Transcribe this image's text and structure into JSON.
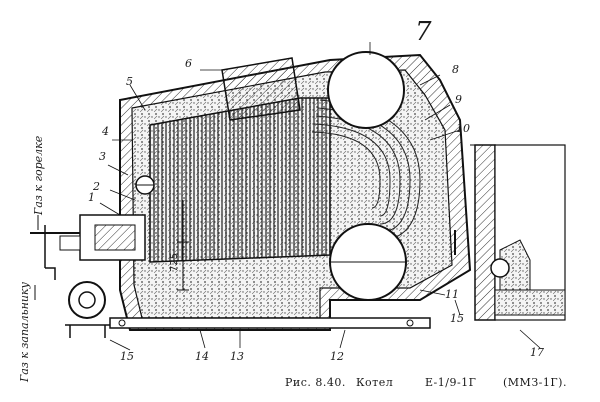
{
  "labels": {
    "n1": "1",
    "n2": "2",
    "n3": "3",
    "n4": "4",
    "n5": "5",
    "n6": "6",
    "n7": "7",
    "n8": "8",
    "n9": "9",
    "n10": "10",
    "n11": "11",
    "n12": "12",
    "n13": "13",
    "n14": "14",
    "n15a": "15",
    "n15b": "15",
    "n17": "17"
  },
  "dimension": "725",
  "gas_to_burner": "Газ к горелке",
  "gas_to_igniter": "Газ к запальнику",
  "caption": {
    "fig": "Рис. 8.40.",
    "name": "Котел",
    "model": "Е-1/9-1Г",
    "code": "(ММЗ-1Г)."
  }
}
